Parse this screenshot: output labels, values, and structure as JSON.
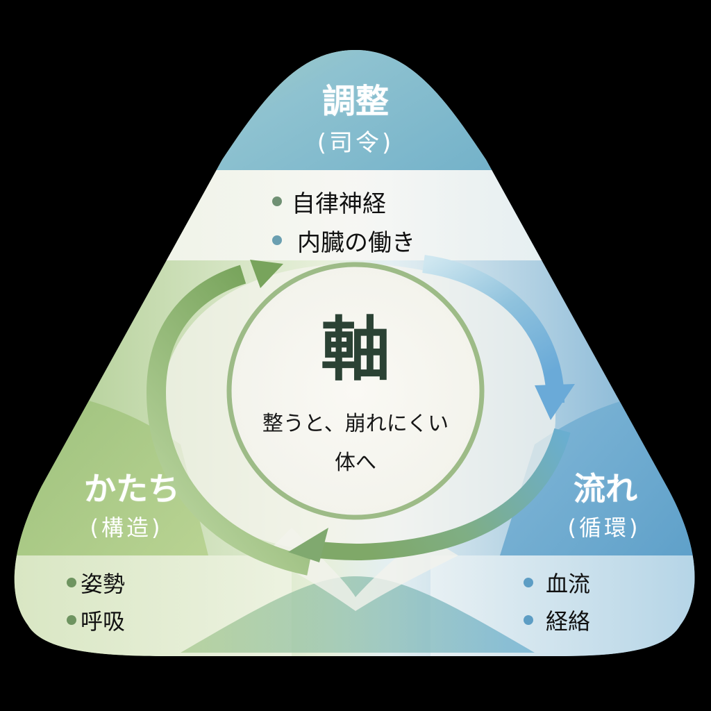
{
  "colors": {
    "background": "#000000",
    "green_dark": "#6e9a5a",
    "green_light": "#cfe2b0",
    "blue_dark": "#5a9dc6",
    "blue_light": "#cfe6ee",
    "teal_top": "#7fb9c9",
    "center_ring": "#9dbb87",
    "center_title": "#2b4234",
    "panel_white": "#f6f5f0",
    "bullet_green": "#6f9073",
    "bullet_teal": "#6a9fb0",
    "bullet_kat": "#6e9460",
    "bullet_blue": "#5d9dc4"
  },
  "top": {
    "title": "調整",
    "subtitle": "(司令)",
    "items": [
      {
        "label": "自律神経",
        "bullet": "green"
      },
      {
        "label": "内臓の働き",
        "bullet": "teal"
      }
    ]
  },
  "left": {
    "title": "かたち",
    "subtitle": "(構造)",
    "items": [
      {
        "label": "姿勢"
      },
      {
        "label": "呼吸"
      }
    ]
  },
  "right": {
    "title": "流れ",
    "subtitle": "(循環)",
    "items": [
      {
        "label": "血流"
      },
      {
        "label": "経絡"
      }
    ]
  },
  "center": {
    "title": "軸",
    "line1": "整うと、崩れにくい",
    "line2": "体へ"
  },
  "arrows": [
    {
      "name": "left-green-arrow",
      "direction": "clockwise-up",
      "color": "green"
    },
    {
      "name": "right-blue-arrow",
      "direction": "clockwise-down",
      "color": "blue"
    },
    {
      "name": "bottom-arrow",
      "direction": "clockwise-left",
      "color": "blue-to-green"
    }
  ]
}
